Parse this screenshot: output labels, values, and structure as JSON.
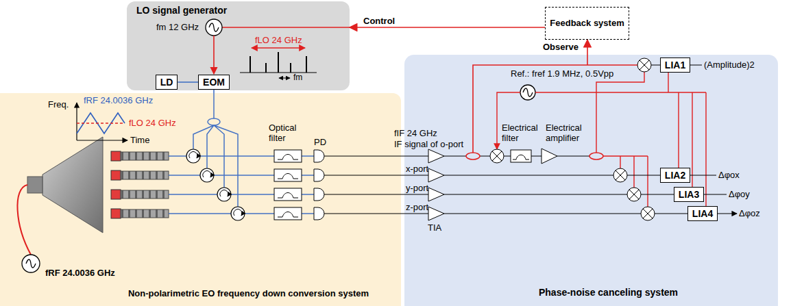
{
  "diagram": {
    "nodes": [
      {
        "text": [
          "LO signal generator"
        ]
      },
      {
        "text": [
          "LD"
        ],
        "in": 0
      },
      {
        "text": [
          "EOM"
        ],
        "in": 0
      },
      {
        "text": [
          "Feedback system"
        ]
      },
      {
        "text": [
          "Non-polarimetric EO frequency down conversion system"
        ]
      },
      {
        "text": [
          "Phase-noise canceling system"
        ]
      },
      {
        "text": [
          "LIA1"
        ],
        "in": 5
      },
      {
        "text": [
          "LIA2"
        ],
        "in": 5
      },
      {
        "text": [
          "LIA3"
        ],
        "in": 5
      },
      {
        "text": [
          "LIA4"
        ],
        "in": 5
      }
    ],
    "edges": [
      {
        "from": 3,
        "to": 0,
        "arrow": "to",
        "label": "Control"
      },
      {
        "from": 5,
        "to": 3,
        "arrow": "to",
        "label": "Observe"
      },
      {
        "from": 1,
        "to": 2,
        "arrow": "none"
      },
      {
        "from": 2,
        "to": 4,
        "arrow": "none"
      }
    ],
    "labels": [
      "fm 12 GHz",
      "fLO 24 GHz",
      "fm",
      "Freq.",
      "fRF 24.0036 GHz",
      "fLO 24 GHz",
      "Time",
      "Optical filter",
      "PD",
      "fRF 24.0036 GHz",
      "fIF 24 GHz",
      "IF signal of o-port",
      "x-port",
      "y-port",
      "z-port",
      "TIA",
      "Ref.: fref 1.9 MHz, 0.5Vpp",
      "Electrical filter",
      "Electrical amplifier",
      "(Amplitude)2",
      "Δφox",
      "Δφoy",
      "Δφoz"
    ]
  }
}
